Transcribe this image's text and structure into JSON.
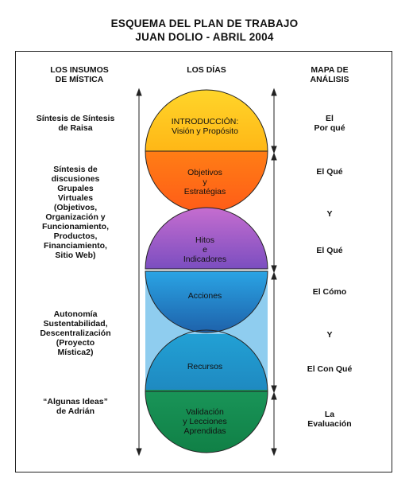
{
  "title": {
    "line1": "ESQUEMA DEL PLAN DE TRABAJO",
    "line2": "JUAN DOLIO - ABRIL 2004"
  },
  "headers": {
    "left": [
      "LOS INSUMOS",
      "DE MÍSTICA"
    ],
    "center": "LOS DÍAS",
    "right": [
      "MAPA DE",
      "ANÁLISIS"
    ]
  },
  "left_items": [
    {
      "lines": [
        "Síntesis de Síntesis",
        "de Raisa"
      ]
    },
    {
      "lines": [
        "Síntesis de",
        "discusiones",
        "Grupales",
        "Virtuales",
        "(Objetivos,",
        "Organización y",
        "Funcionamiento,",
        "Productos,",
        "Financiamiento,",
        "Sitio Web)"
      ]
    },
    {
      "lines": [
        "Autonomía",
        "Sustentabilidad,",
        "Descentralización",
        "(Proyecto",
        "Mística2)"
      ]
    },
    {
      "lines": [
        "“Algunas Ideas”",
        "de Adrián"
      ]
    }
  ],
  "center_items": [
    {
      "lines": [
        "INTRODUCCIÓN:",
        "Visión y Propósito"
      ]
    },
    {
      "lines": [
        "Objetivos",
        "y",
        "Estratégias"
      ]
    },
    {
      "lines": [
        "Hitos",
        "e",
        "Indicadores"
      ]
    },
    {
      "lines": [
        "Acciones"
      ]
    },
    {
      "lines": [
        "Recursos"
      ]
    },
    {
      "lines": [
        "Validación",
        "y Lecciones",
        "Aprendidas"
      ]
    }
  ],
  "right_items": [
    {
      "lines": [
        "El",
        "Por qué"
      ]
    },
    {
      "lines": [
        "El Qué"
      ]
    },
    {
      "lines": [
        "Y"
      ]
    },
    {
      "lines": [
        "El Qué"
      ]
    },
    {
      "lines": [
        "El Cómo"
      ]
    },
    {
      "lines": [
        "Y"
      ]
    },
    {
      "lines": [
        "El Con Qué"
      ]
    },
    {
      "lines": [
        "La",
        "Evaluación"
      ]
    }
  ],
  "colors": {
    "sphere1_top": "#ffd21a",
    "sphere1_bottom": "#ff9a10",
    "sphere1_lower": "#ff6a14",
    "sphere2_top": "#c76bd1",
    "sphere2_bottom": "#7a4fbf",
    "sphere3_top": "#2a9ee0",
    "sphere3_bottom": "#1f5fa8",
    "sphere4_top": "#1a9fd0",
    "sphere4_bottom": "#1a6ea8",
    "validation": "#1a9a5a",
    "connector": "#8fcdef"
  }
}
